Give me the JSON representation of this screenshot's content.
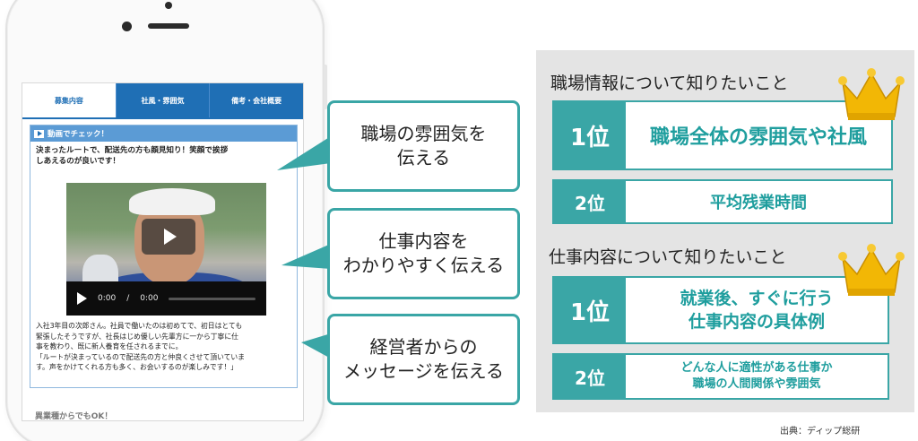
{
  "phone": {
    "tabs": [
      {
        "label": "募集内容",
        "active": true
      },
      {
        "label": "社風・雰囲気",
        "active": false
      },
      {
        "label": "備考・会社概要",
        "active": false
      }
    ],
    "video_box": {
      "title": "動画でチェック！",
      "headline_line1": "決まったルートで、配送先の方も顔見知り！笑顔で挨拶",
      "headline_line2": "しあえるのが良いです！",
      "time_current": "0:00",
      "time_total": "0:00",
      "body_lines": [
        "入社3年目の次郎さん。社員で働いたのは初めてで、初日はとても",
        "緊張したそうですが、社長はじめ優しい先輩方に一から丁寧に仕",
        "事を教わり、既に新人養育を任されるまでに。",
        "「ルートが決まっているので配送先の方と仲良くさせて頂いていま",
        "す。声をかけてくれる方も多く、お会いするのが楽しみです！」"
      ]
    },
    "footer_text": "異業種からでもOK！"
  },
  "callouts": [
    {
      "line1": "職場の雰囲気を",
      "line2": "伝える"
    },
    {
      "line1": "仕事内容を",
      "line2": "わかりやすく伝える"
    },
    {
      "line1": "経営者からの",
      "line2": "メッセージを伝える"
    }
  ],
  "panel": {
    "section1": {
      "title": "職場情報について知りたいこと",
      "rank1": {
        "badge": "1位",
        "text": "職場全体の雰囲気や社風"
      },
      "rank2": {
        "badge": "2位",
        "text": "平均残業時間"
      }
    },
    "section2": {
      "title": "仕事内容について知りたいこと",
      "rank1": {
        "badge": "1位",
        "line1": "就業後、すぐに行う",
        "line2": "仕事内容の具体例"
      },
      "rank2": {
        "badge": "2位",
        "line1": "どんな人に適性がある仕事か",
        "line2": "職場の人間関係や雰囲気"
      }
    }
  },
  "source": "出典：ディップ総研",
  "colors": {
    "teal": "#3aa6a6",
    "blue": "#1f6fb5",
    "gold": "#f2b705",
    "panel_bg": "#e4e4e4"
  },
  "icons": [
    "play-icon",
    "crown-icon"
  ]
}
